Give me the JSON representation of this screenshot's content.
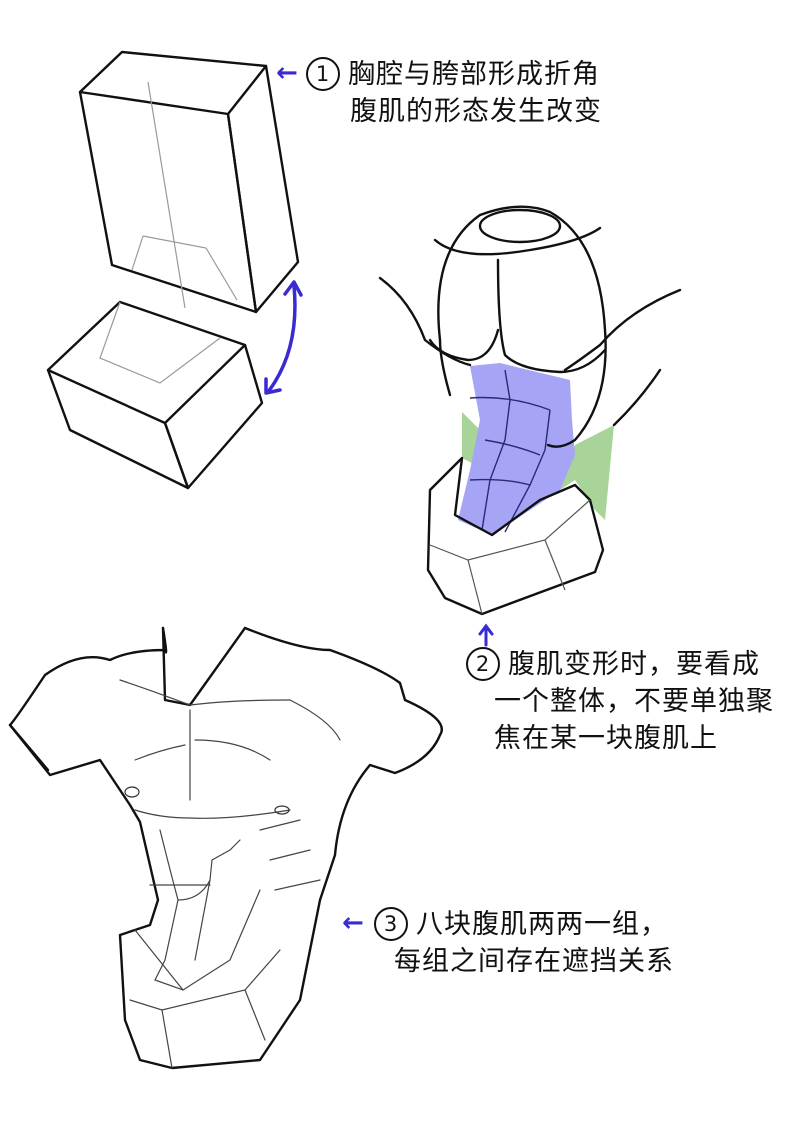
{
  "colors": {
    "line": "#111111",
    "sketch": "#9a9a9a",
    "arrow": "#3a2ad1",
    "abs_purple": "#a6a4f5",
    "oblique_green": "#a8d499",
    "background": "#ffffff"
  },
  "figures": [
    {
      "id": "boxes",
      "description": "Ribcage box and pelvis box forming an angle, with curved double arrow"
    },
    {
      "id": "torso-simplified",
      "description": "Simplified twisted torso with abs in purple and obliques in green"
    },
    {
      "id": "torso-detailed",
      "description": "Detailed male torso drawing with eight-pack abs"
    }
  ],
  "notes": [
    {
      "number": "1",
      "lines": [
        "胸腔与胯部形成折角",
        "腹肌的形态发生改变"
      ],
      "arrow": "arrow-left-icon"
    },
    {
      "number": "2",
      "lines": [
        "腹肌变形时，要看成",
        "一个整体，不要单独聚",
        "焦在某一块腹肌上"
      ],
      "arrow": "arrow-up-icon"
    },
    {
      "number": "3",
      "lines": [
        "八块腹肌两两一组，",
        "每组之间存在遮挡关系"
      ],
      "arrow": "arrow-left-icon"
    }
  ]
}
